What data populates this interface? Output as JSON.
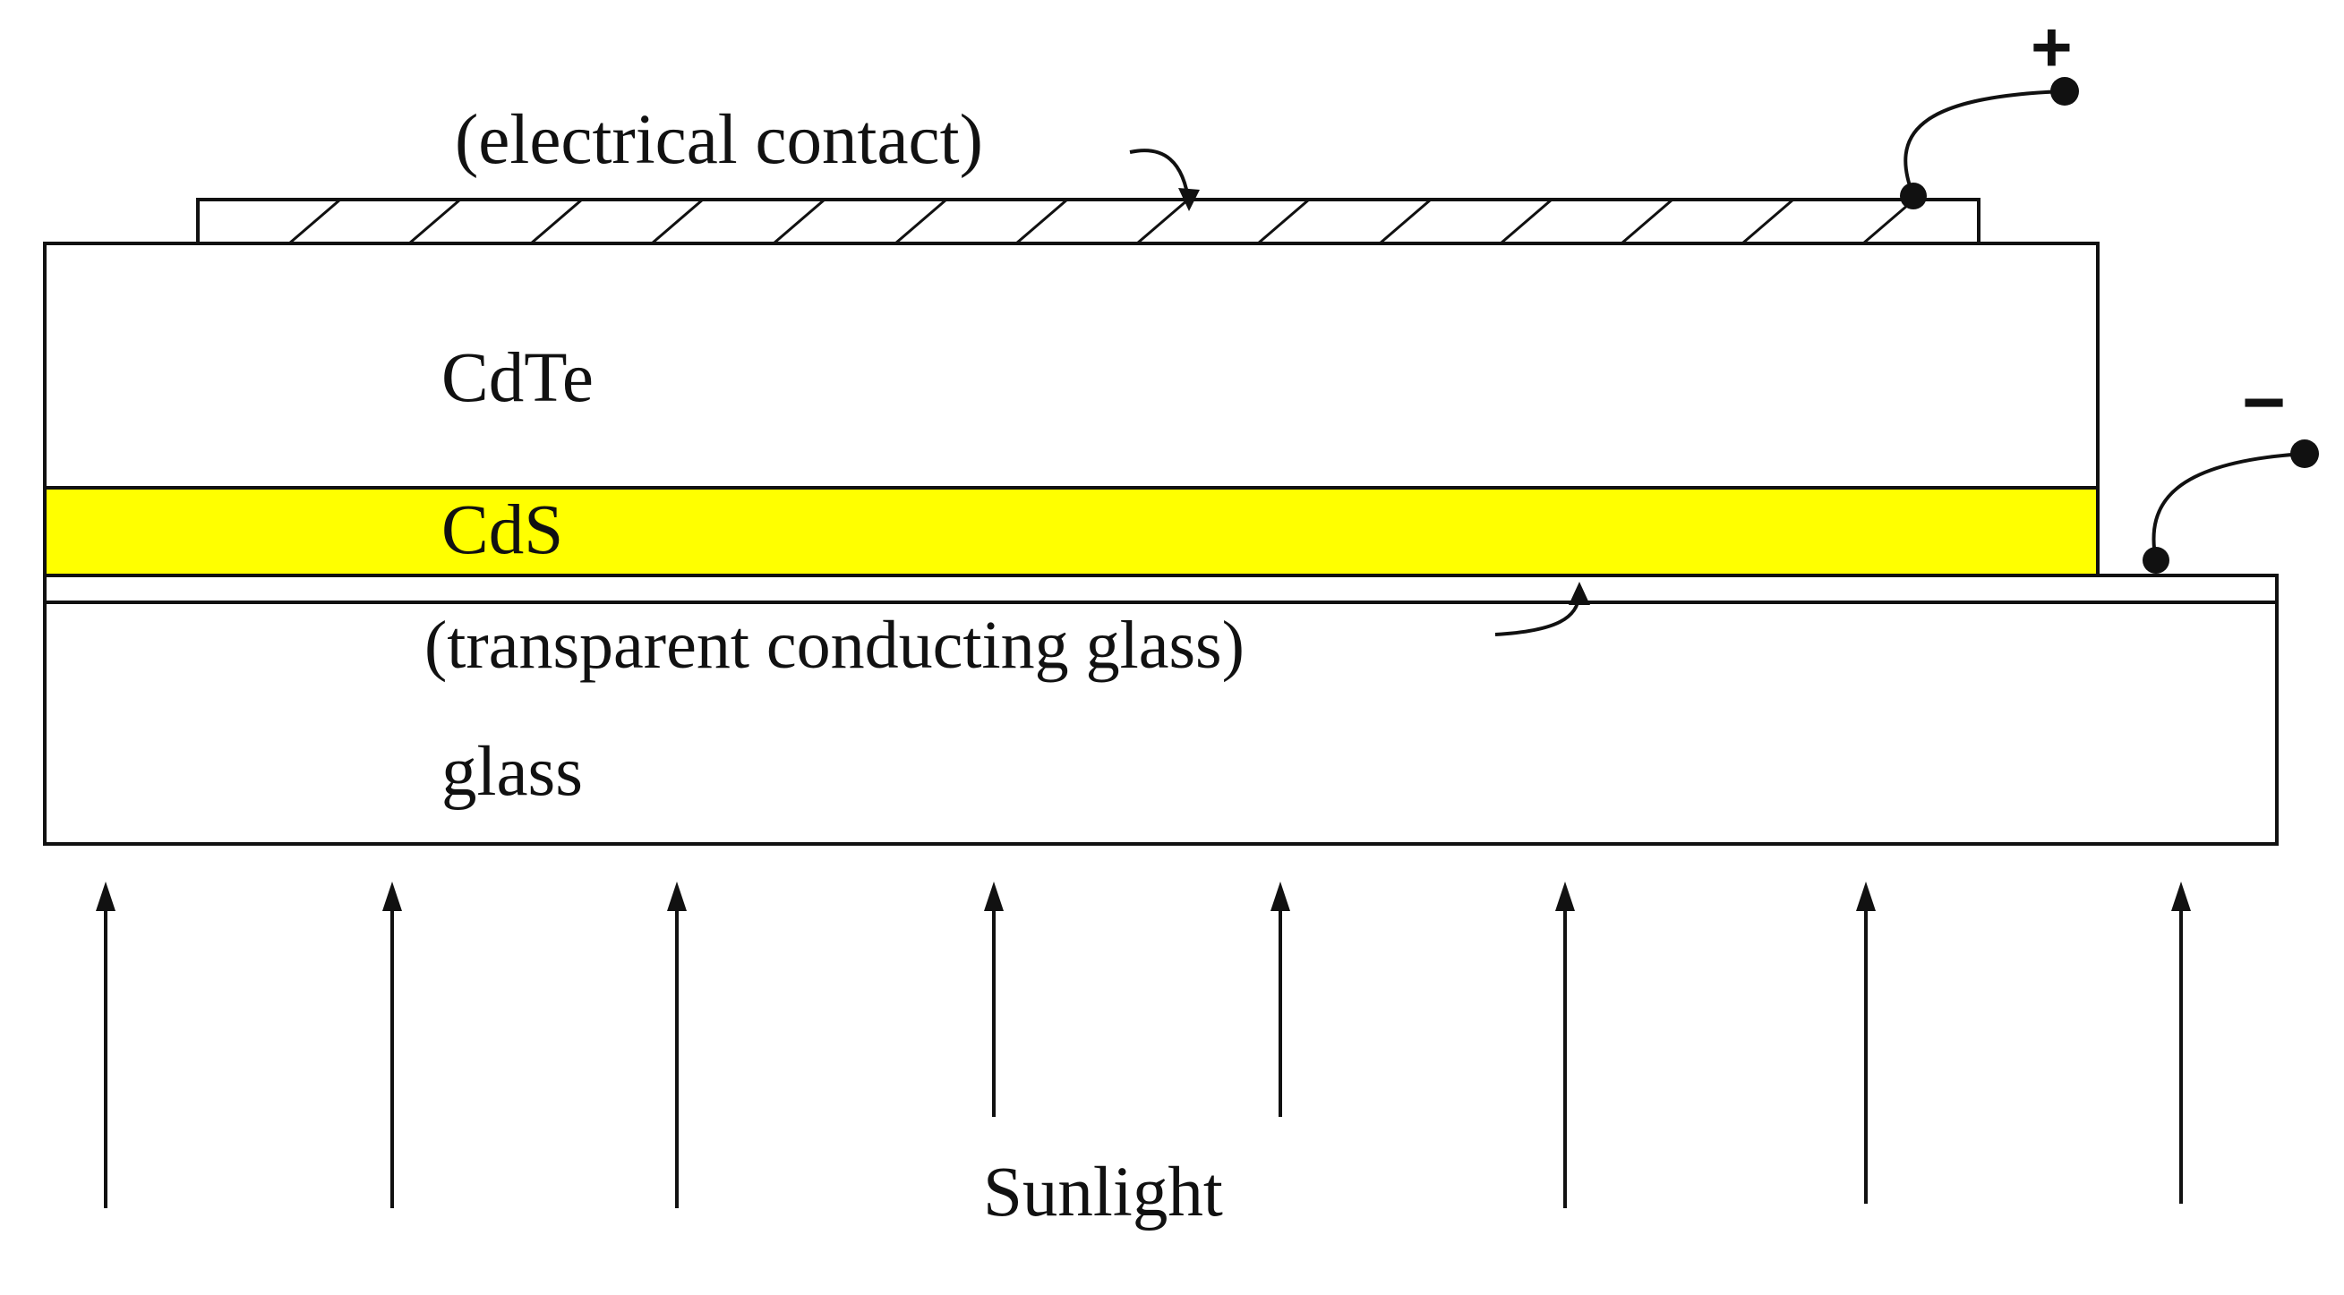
{
  "labels": {
    "electrical_contact": "(electrical contact)",
    "cdte": "CdTe",
    "cds": "CdS",
    "transparent_conducting_glass": "(transparent conducting glass)",
    "glass": "glass",
    "sunlight": "Sunlight",
    "positive_terminal": "+",
    "negative_terminal": "−"
  },
  "colors": {
    "cds_layer": "#ffff00",
    "line": "#111111",
    "background": "#ffffff"
  },
  "sunlight_arrow_count": 8
}
